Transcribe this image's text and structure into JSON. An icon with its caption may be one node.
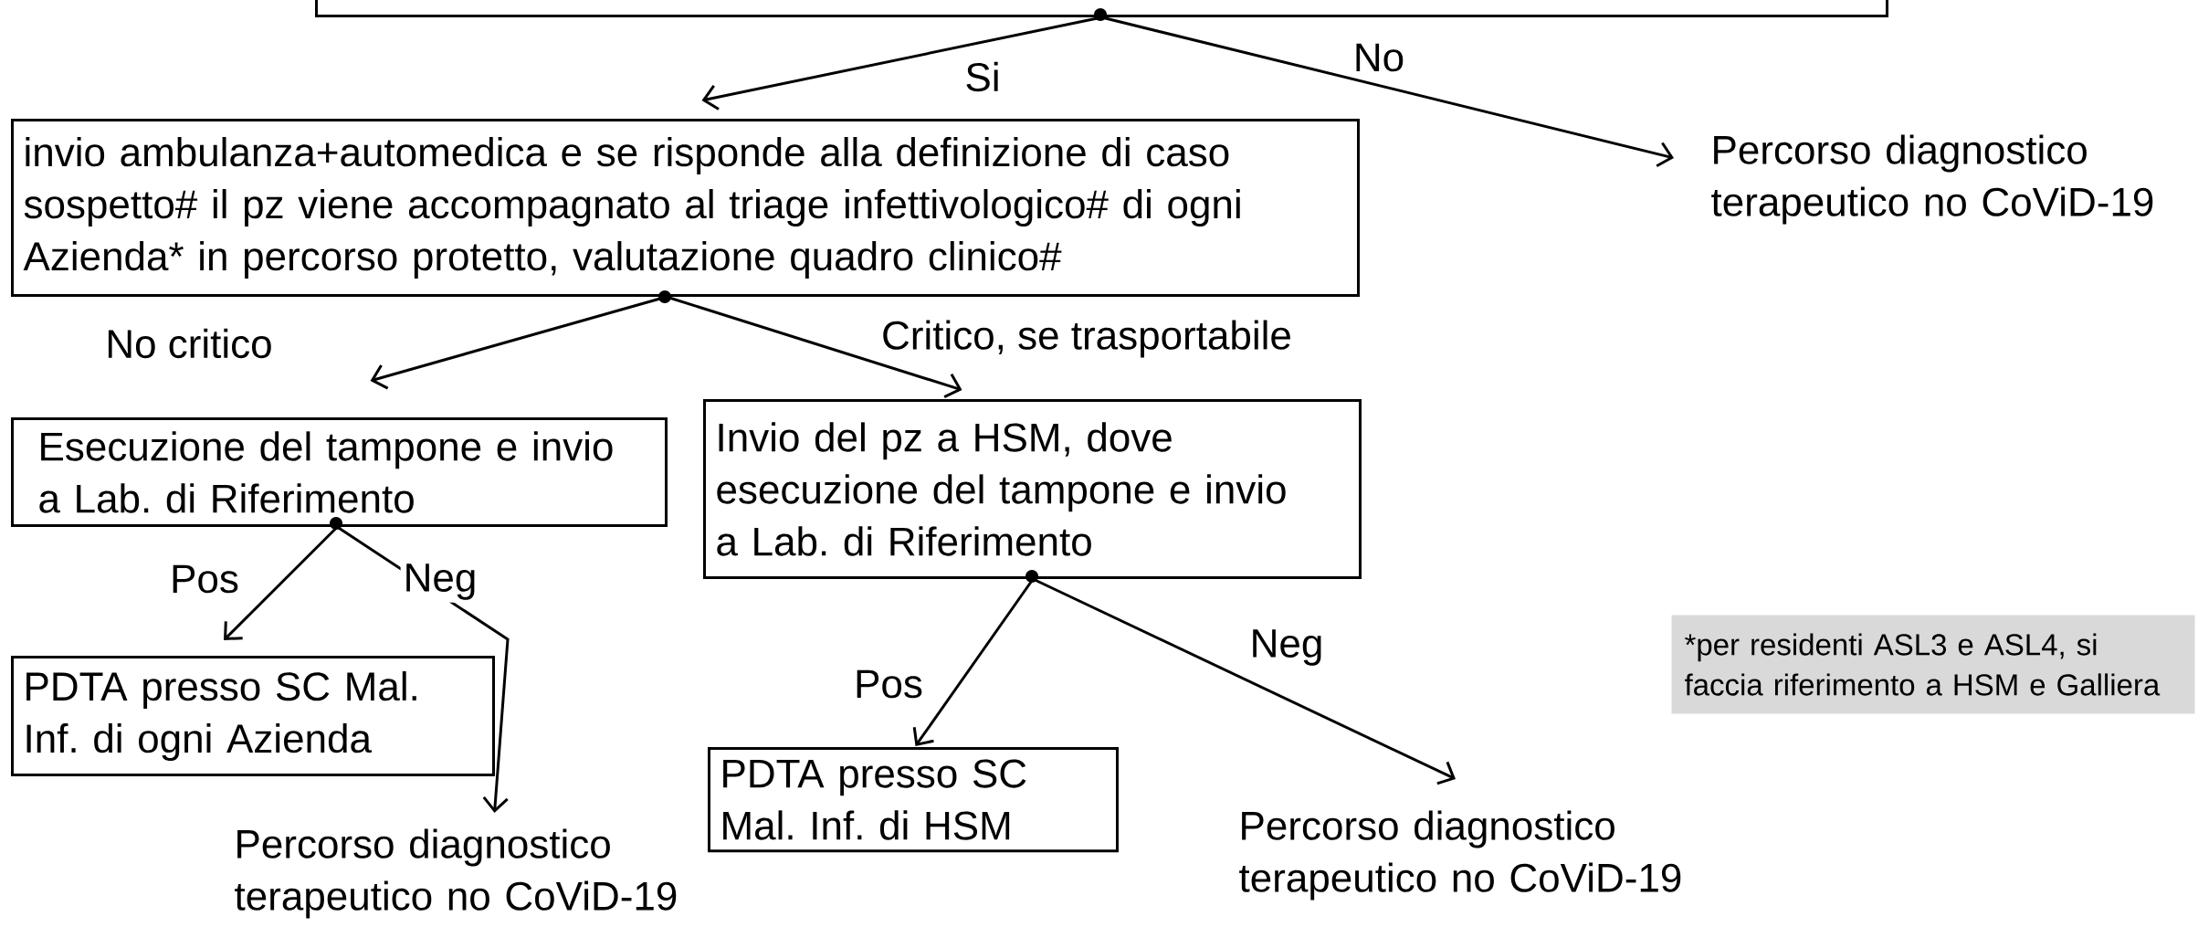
{
  "diagram": {
    "nodes": [
      {
        "text": [],
        "shape": "box"
      },
      {
        "text": [
          "invio ambulanza+automedica e se risponde alla definizione di caso sospetto# il pz viene accompagnato al triage infettivologico# di ogni Azienda* in percorso protetto, valutazione quadro clinico#"
        ]
      },
      {
        "text": [
          "Percorso diagnostico terapeutico no CoViD-19"
        ]
      },
      {
        "text": [
          "Esecuzione del tampone e invio a Lab. di Riferimento"
        ]
      },
      {
        "text": [
          "Invio del pz a HSM, dove esecuzione del tampone e invio a Lab. di Riferimento"
        ]
      },
      {
        "text": [
          "PDTA presso SC Mal. Inf. di ogni Azienda"
        ]
      },
      {
        "text": [
          "Percorso diagnostico terapeutico no CoViD-19"
        ]
      },
      {
        "text": [
          "PDTA presso SC Mal. Inf. di HSM"
        ]
      },
      {
        "text": [
          "Percorso diagnostico terapeutico no CoViD-19"
        ]
      },
      {
        "text": [
          "*per residenti ASL3 e ASL4, si faccia riferimento a HSM e Galliera"
        ]
      }
    ],
    "edges": [
      {
        "from": 0,
        "to": 1,
        "arrow": "to",
        "label": "Si"
      },
      {
        "from": 0,
        "to": 2,
        "arrow": "to",
        "label": "No"
      },
      {
        "from": 1,
        "to": 3,
        "arrow": "to",
        "label": "No critico"
      },
      {
        "from": 1,
        "to": 4,
        "arrow": "to",
        "label": "Critico, se trasportabile"
      },
      {
        "from": 3,
        "to": 5,
        "arrow": "to",
        "label": "Pos"
      },
      {
        "from": 3,
        "to": 6,
        "arrow": "to",
        "label": "Neg"
      },
      {
        "from": 4,
        "to": 7,
        "arrow": "to",
        "label": "Pos"
      },
      {
        "from": 4,
        "to": 8,
        "arrow": "to",
        "label": "Neg"
      }
    ]
  }
}
